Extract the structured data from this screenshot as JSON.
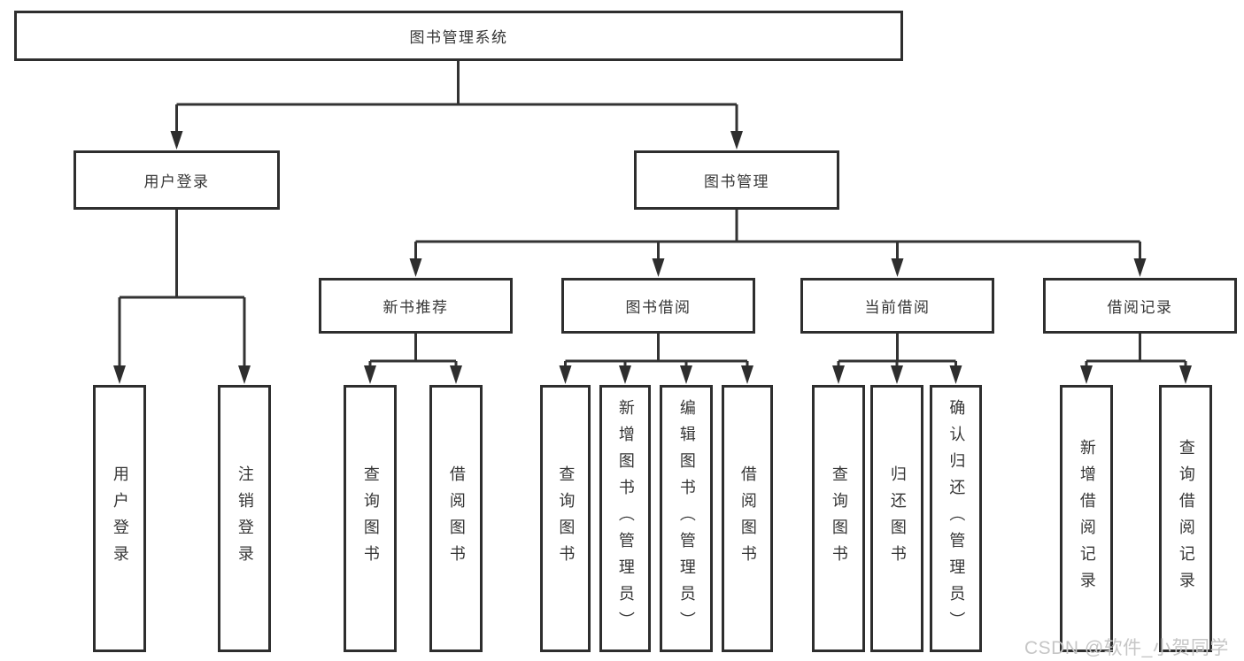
{
  "diagram": {
    "type": "tree",
    "title": "图书管理系统",
    "root": {
      "label": "图书管理系统",
      "children": [
        {
          "label": "用户登录",
          "children": [
            {
              "label": "用户登录"
            },
            {
              "label": "注销登录"
            }
          ]
        },
        {
          "label": "图书管理",
          "children": [
            {
              "label": "新书推荐",
              "children": [
                {
                  "label": "查询图书"
                },
                {
                  "label": "借阅图书"
                }
              ]
            },
            {
              "label": "图书借阅",
              "children": [
                {
                  "label": "查询图书"
                },
                {
                  "label": "新增图书（管理员）"
                },
                {
                  "label": "编辑图书（管理员）"
                },
                {
                  "label": "借阅图书"
                }
              ]
            },
            {
              "label": "当前借阅",
              "children": [
                {
                  "label": "查询图书"
                },
                {
                  "label": "归还图书"
                },
                {
                  "label": "确认归还（管理员）"
                }
              ]
            },
            {
              "label": "借阅记录",
              "children": [
                {
                  "label": "新增借阅记录"
                },
                {
                  "label": "查询借阅记录"
                }
              ]
            }
          ]
        }
      ]
    }
  },
  "watermark": {
    "text": "CSDN @软件_小贺同学"
  },
  "colors": {
    "line": "#333333",
    "box_border": "#2e2e2e",
    "box_fill": "#ffffff",
    "text": "#363636",
    "watermark": "#c6c6c6",
    "background": "#ffffff"
  }
}
